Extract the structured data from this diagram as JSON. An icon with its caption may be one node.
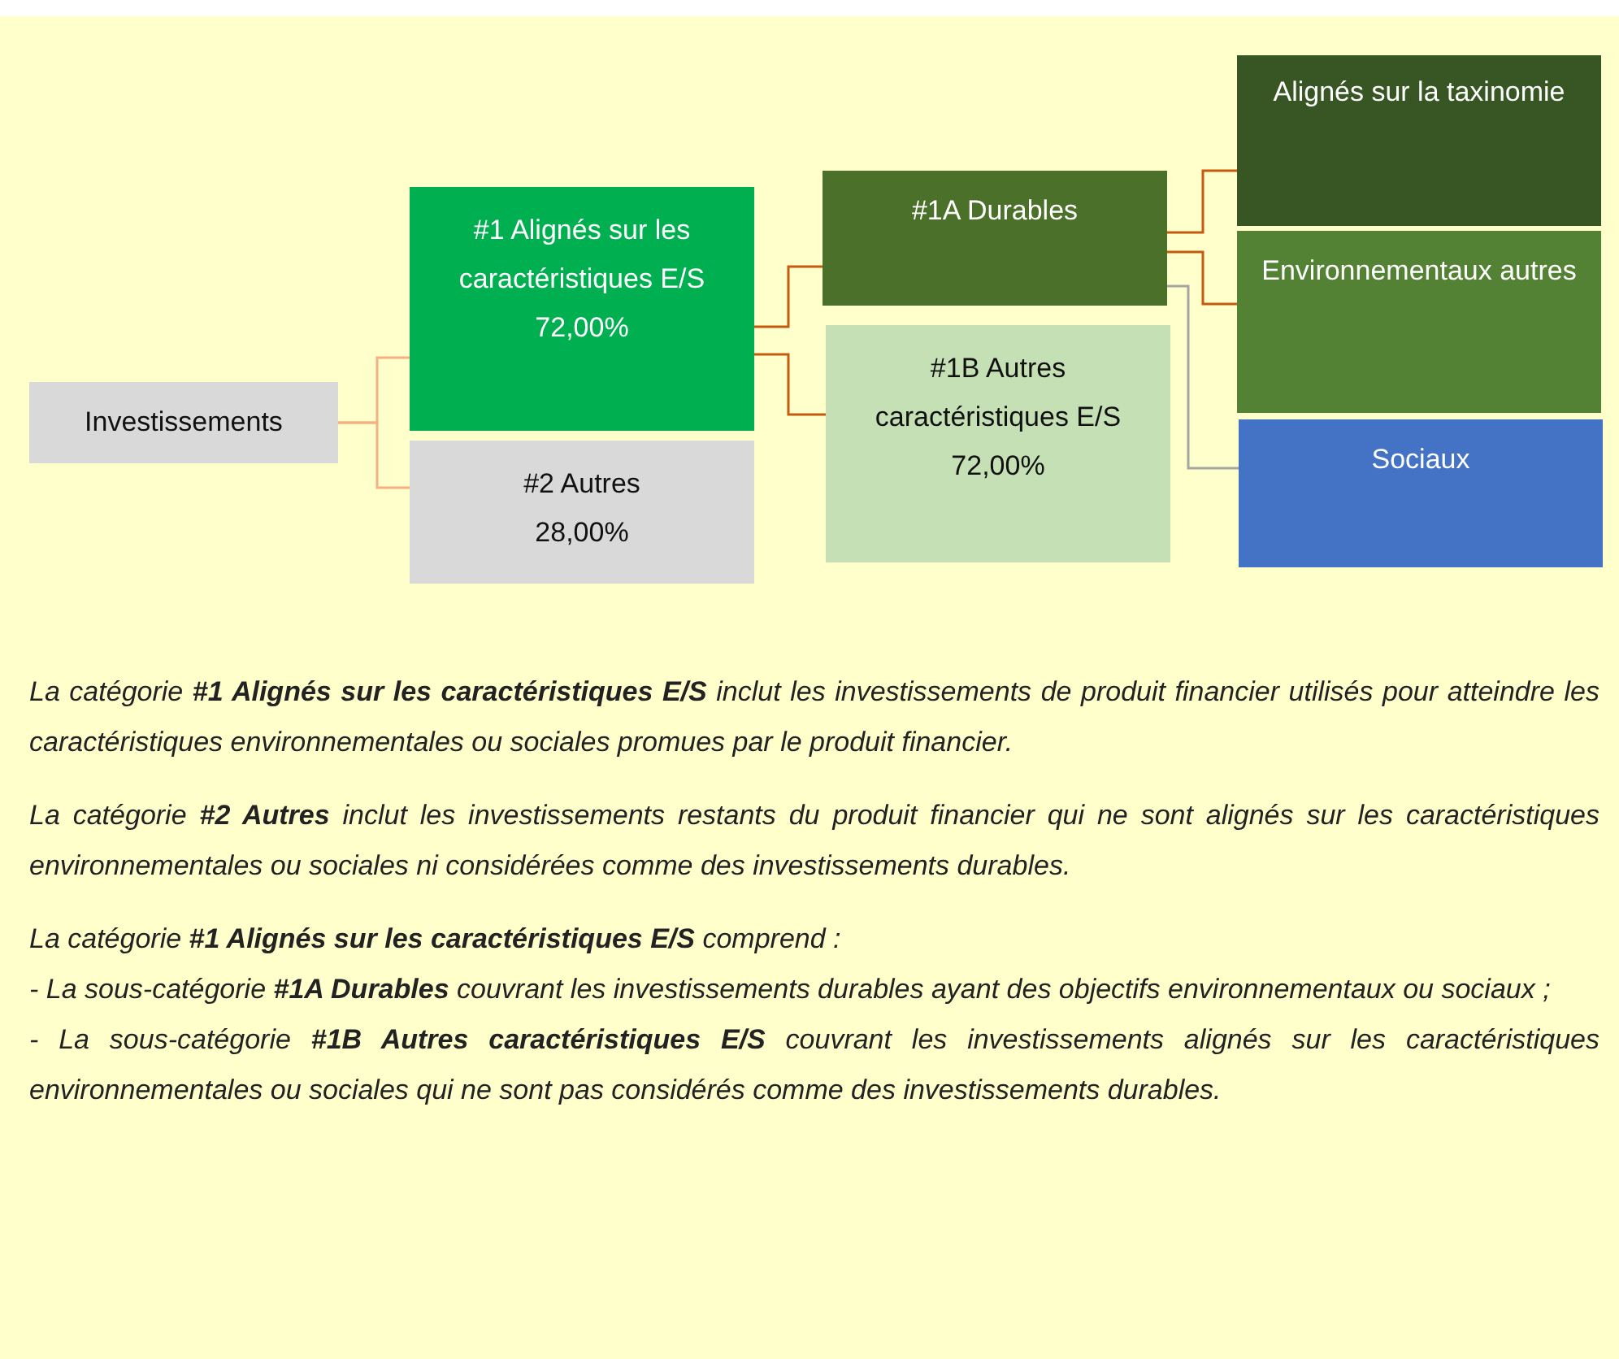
{
  "diagram": {
    "nodes": [
      {
        "text": [
          "Investissements"
        ]
      },
      {
        "text": [
          "#1 Alignés sur les caractéristiques E/S",
          "72,00%"
        ]
      },
      {
        "text": [
          "#2 Autres",
          "28,00%"
        ]
      },
      {
        "text": [
          "#1A Durables"
        ]
      },
      {
        "text": [
          "#1B Autres caractéristiques E/S",
          "72,00%"
        ]
      },
      {
        "text": [
          "Alignés sur la taxinomie"
        ]
      },
      {
        "text": [
          "Environnementaux autres"
        ]
      },
      {
        "text": [
          "Sociaux"
        ]
      }
    ],
    "edges": [
      {
        "from": 0,
        "to": 1,
        "arrow": "none",
        "color": "#f4b183"
      },
      {
        "from": 0,
        "to": 2,
        "arrow": "none",
        "color": "#f4b183"
      },
      {
        "from": 1,
        "to": 3,
        "arrow": "none"
      },
      {
        "from": 1,
        "to": 4,
        "arrow": "none"
      },
      {
        "from": 3,
        "to": 5,
        "arrow": "none"
      },
      {
        "from": 3,
        "to": 6,
        "arrow": "none"
      },
      {
        "from": 3,
        "to": 7,
        "arrow": "none",
        "color": "#a5a5a5"
      }
    ],
    "labels": [
      "La catégorie **#1 Alignés sur les caractéristiques E/S** inclut les investissements de produit financier utilisés pour atteindre les caractéristiques environnementales ou sociales promues par le produit financier.",
      "La catégorie **#2 Autres** inclut les investissements restants du produit financier qui ne sont alignés sur les caractéristiques environnementales ou sociales ni considérées comme des investissements durables.",
      "La catégorie **#1 Alignés sur les caractéristiques E/S** comprend :",
      "- La sous-catégorie **#1A Durables** couvrant les investissements durables ayant des objectifs environnementaux ou sociaux ;",
      "- La sous-catégorie **#1B Autres caractéristiques E/S** couvrant les investissements alignés sur les caractéristiques environnementales ou sociales qui ne sont pas considérés comme des investissements durables."
    ]
  }
}
